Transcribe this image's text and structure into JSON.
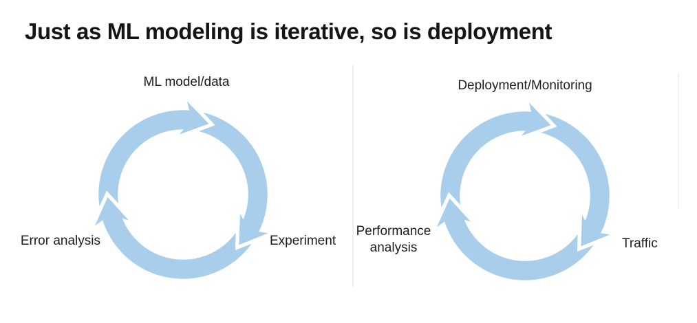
{
  "slide": {
    "title": "Just as ML modeling is iterative, so is deployment"
  },
  "colors": {
    "arrow": "#A8CEEB",
    "text": "#1E1E1E",
    "background": "#FFFFFF"
  },
  "cycles": [
    {
      "top_label": "ML model/data",
      "right_label": "Experiment",
      "left_label": "Error analysis"
    },
    {
      "top_label": "Deployment/Monitoring",
      "right_label": "Traffic",
      "left_label": "Performance analysis"
    }
  ]
}
